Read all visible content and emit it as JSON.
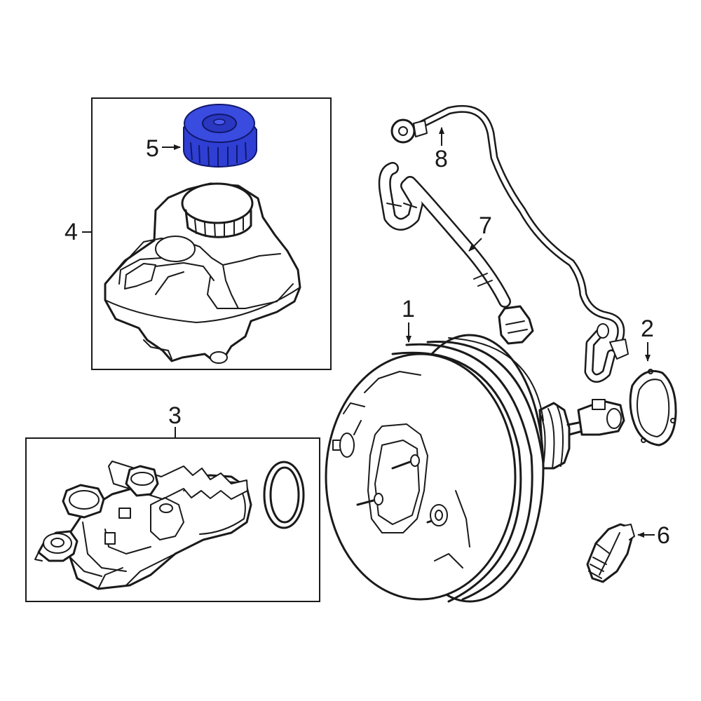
{
  "callouts": {
    "c1": "1",
    "c2": "2",
    "c3": "3",
    "c4": "4",
    "c5": "5",
    "c6": "6",
    "c7": "7",
    "c8": "8"
  },
  "highlight": {
    "part": "5",
    "fill": "#2f3fd3",
    "stroke": "#10186b"
  },
  "colors": {
    "line": "#1a1a1a",
    "background": "#ffffff"
  }
}
